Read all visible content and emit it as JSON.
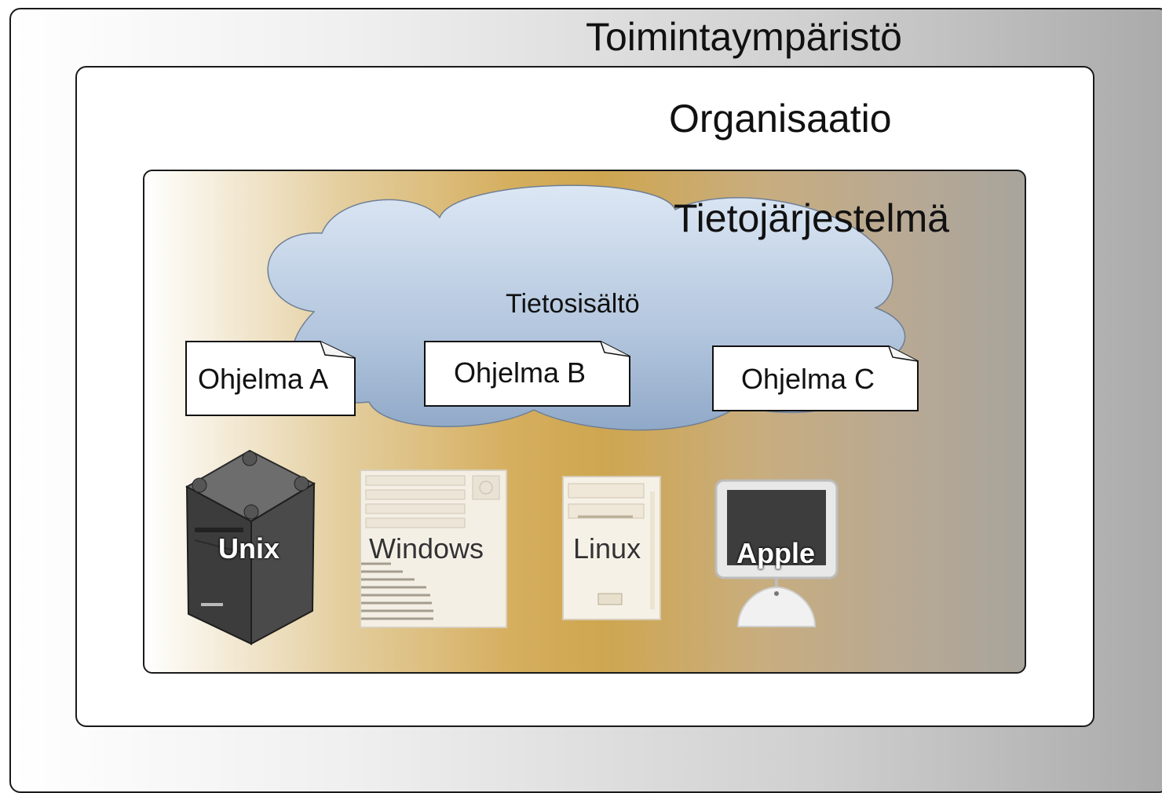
{
  "diagram": {
    "environment_label": "Toimintaympäristö",
    "organization_label": "Organisaatio",
    "system_label": "Tietojärjestelmä",
    "content_label": "Tietosisältö",
    "programs": [
      {
        "label": "Ohjelma A"
      },
      {
        "label": "Ohjelma B"
      },
      {
        "label": "Ohjelma C"
      }
    ],
    "platforms": [
      {
        "label": "Unix",
        "icon": "unix-server-icon"
      },
      {
        "label": "Windows",
        "icon": "windows-pc-icon"
      },
      {
        "label": "Linux",
        "icon": "linux-tower-icon"
      },
      {
        "label": "Apple",
        "icon": "apple-imac-icon"
      }
    ]
  }
}
